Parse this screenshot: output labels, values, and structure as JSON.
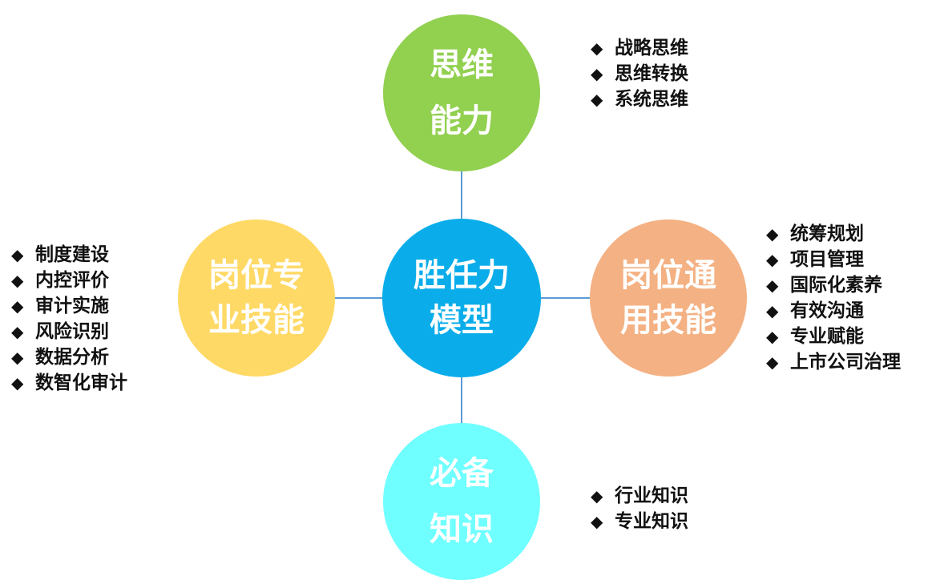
{
  "colors": {
    "center": "#0AADEA",
    "top": "#92D050",
    "left": "#FFD966",
    "right": "#F4B183",
    "bottom": "#6FFFFF",
    "connector": "#5B9BD5"
  },
  "bullet_symbol": "◆",
  "center": {
    "lines": [
      "胜任力",
      "模型"
    ]
  },
  "top": {
    "lines": [
      "思维",
      "能力"
    ],
    "items": [
      "战略思维",
      "思维转换",
      "系统思维"
    ]
  },
  "left": {
    "lines": [
      "岗位专",
      "业技能"
    ],
    "items": [
      "制度建设",
      "内控评价",
      "审计实施",
      "风险识别",
      "数据分析",
      "数智化审计"
    ]
  },
  "right": {
    "lines": [
      "岗位通",
      "用技能"
    ],
    "items": [
      "统筹规划",
      "项目管理",
      "国际化素养",
      "有效沟通",
      "专业赋能",
      "上市公司治理"
    ]
  },
  "bottom": {
    "lines": [
      "必备",
      "知识"
    ],
    "items": [
      "行业知识",
      "专业知识"
    ]
  }
}
